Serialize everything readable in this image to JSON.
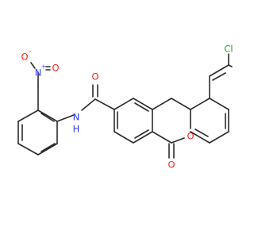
{
  "molecule": {
    "colors": {
      "bond": "#2b2b2b",
      "oxygen": "#ff1f1f",
      "nitrogen": "#2b35ff",
      "chlorine": "#22a322",
      "background": "#ffffff"
    },
    "atom_labels": {
      "nitro_oxygen_top": "O",
      "nitro_oxygen_bottom": "O",
      "nitro_nitrogen": "N",
      "nitro_nitrogen_charge": "+",
      "nitro_oxygen_charge": "-",
      "amide_nitrogen": "N",
      "amide_hydrogen": "H",
      "amide_oxygen": "O",
      "ring_oxygen": "O",
      "lactone_oxygen": "O",
      "chlorine": "Cl"
    }
  }
}
